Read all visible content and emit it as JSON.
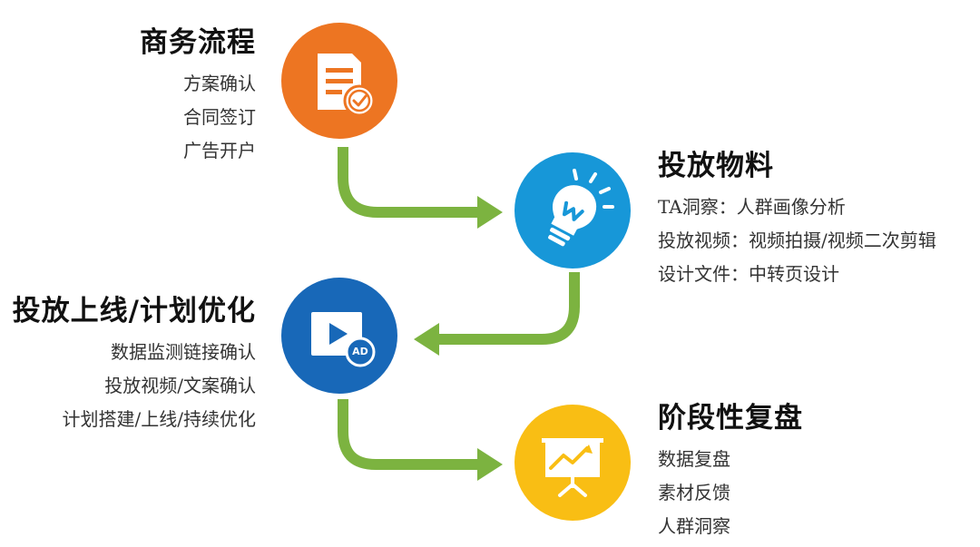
{
  "colors": {
    "orange": "#ED7522",
    "blue": "#1797D8",
    "navy": "#1868B8",
    "yellow": "#F9BE14",
    "arrow_green": "#7CB340"
  },
  "steps": [
    {
      "title": "商务流程",
      "items": [
        "方案确认",
        "合同签订",
        "广告开户"
      ],
      "icon": "document-check-icon",
      "color": "#ED7522"
    },
    {
      "title": "投放物料",
      "items": [
        "TA洞察：人群画像分析",
        "投放视频：视频拍摄/视频二次剪辑",
        "设计文件：中转页设计"
      ],
      "icon": "lightbulb-icon",
      "color": "#1797D8"
    },
    {
      "title": "投放上线/计划优化",
      "items": [
        "数据监测链接确认",
        "投放视频/文案确认",
        "计划搭建/上线/持续优化"
      ],
      "icon": "video-ad-icon",
      "icon_badge": "AD",
      "color": "#1868B8"
    },
    {
      "title": "阶段性复盘",
      "items": [
        "数据复盘",
        "素材反馈",
        "人群洞察"
      ],
      "icon": "presentation-chart-icon",
      "color": "#F9BE14"
    }
  ]
}
